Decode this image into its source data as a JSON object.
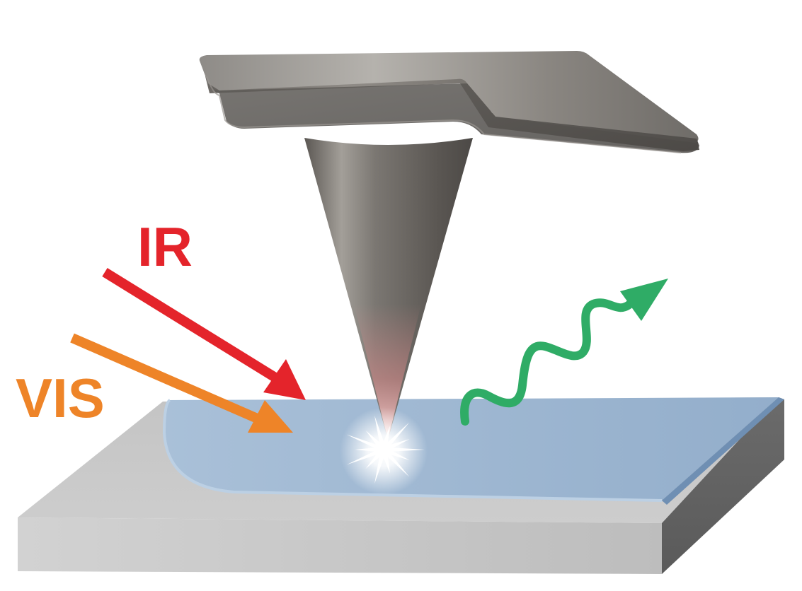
{
  "labels": {
    "ir": "IR",
    "vis": "VIS"
  },
  "colors": {
    "ir": "#e4242b",
    "vis": "#ee8428",
    "emission": "#2fac66",
    "film": "#9db5cf",
    "substrate_top": "#c8c8c8",
    "probe": "#6e6b68"
  },
  "icons": {
    "ir_beam": "straight-arrow",
    "vis_beam": "straight-arrow",
    "emission": "wavy-arrow",
    "hotspot": "starburst"
  }
}
